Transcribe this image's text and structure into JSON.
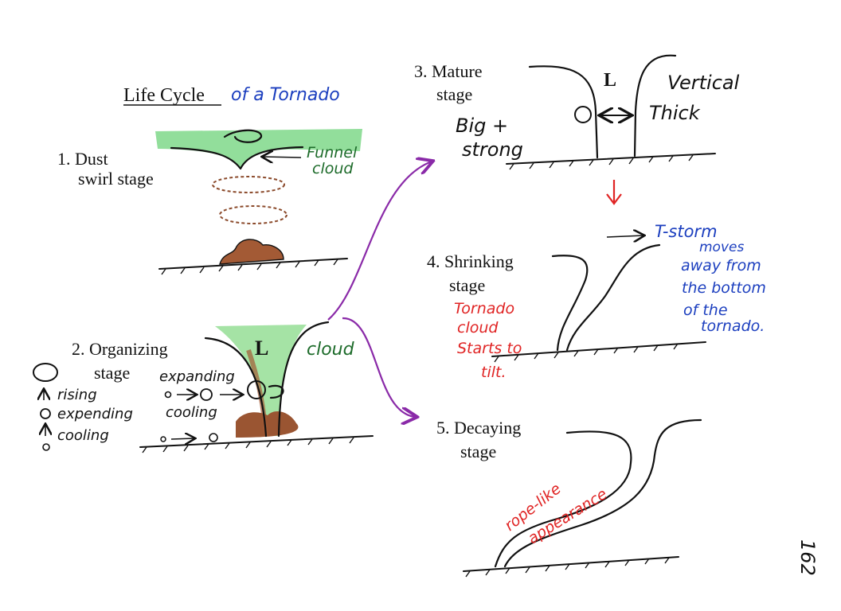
{
  "title": {
    "main": "Life Cycle",
    "script": "of a Tornado"
  },
  "stage1": {
    "label_a": "1. Dust",
    "label_b": "swirl stage",
    "note_a": "Funnel",
    "note_b": "cloud"
  },
  "stage2": {
    "label_a": "2. Organizing",
    "label_b": "stage",
    "symbol": "L",
    "cloud_note": "cloud",
    "left_notes": [
      "rising",
      "expending",
      "cooling"
    ],
    "mid_notes": [
      "expanding",
      "cooling"
    ]
  },
  "stage3": {
    "label_a": "3. Mature",
    "label_b": "stage",
    "note_a": "Big +",
    "note_b": "strong",
    "symbol": "L",
    "right_a": "Vertical",
    "right_b": "Thick"
  },
  "stage4": {
    "label_a": "4. Shrinking",
    "label_b": "stage",
    "red_notes": [
      "Tornado",
      "cloud",
      "Starts to",
      "tilt."
    ],
    "blue_notes": [
      "T-storm",
      "moves",
      "away from",
      "the bottom",
      "of the",
      "tornado."
    ]
  },
  "stage5": {
    "label_a": "5. Decaying",
    "label_b": "stage",
    "note_a": "rope-like",
    "note_b": "appearance"
  },
  "page_number": "162",
  "colors": {
    "ink": "#111111",
    "blue": "#1c3fbf",
    "green": "#1d6b2a",
    "red": "#e02424",
    "purple": "#8a2aa8",
    "brown": "#8b4a2b",
    "grass": "#6fcf6f"
  }
}
